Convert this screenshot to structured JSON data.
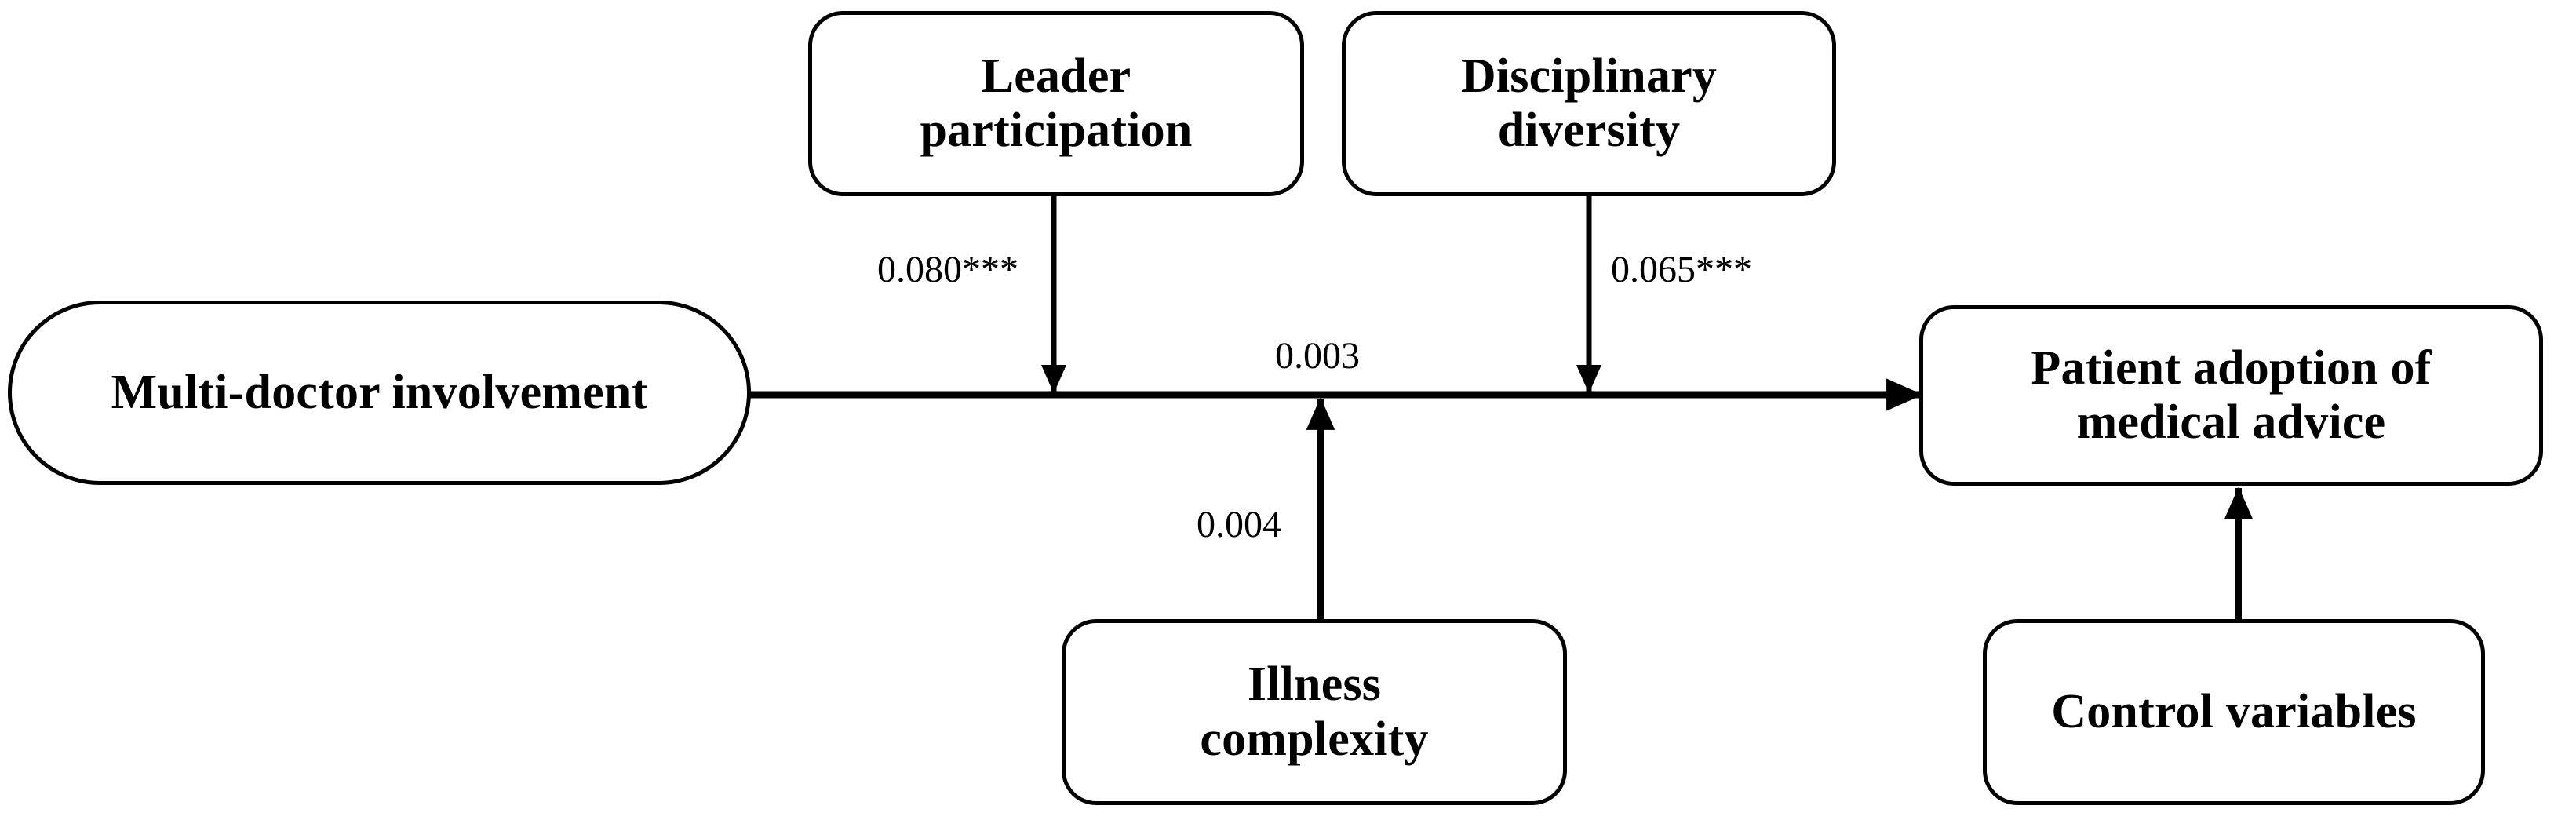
{
  "figure": {
    "type": "path-model-diagram",
    "background_color": "#ffffff",
    "stroke_color": "#000000"
  },
  "nodes": [
    {
      "id": "multi-doctor-involvement",
      "label": "Multi-doctor involvement",
      "role": "independent-variable"
    },
    {
      "id": "leader-participation",
      "label": "Leader\nparticipation",
      "role": "moderator"
    },
    {
      "id": "disciplinary-diversity",
      "label": "Disciplinary\ndiversity",
      "role": "moderator"
    },
    {
      "id": "patient-adoption-of-medical-advice",
      "label": "Patient adoption of\nmedical advice",
      "role": "dependent-variable"
    },
    {
      "id": "illness-complexity",
      "label": "Illness\ncomplexity",
      "role": "moderator"
    },
    {
      "id": "control-variables",
      "label": "Control variables",
      "role": "controls"
    }
  ],
  "edges": [
    {
      "id": "main-effect",
      "from": "multi-doctor-involvement",
      "to": "patient-adoption-of-medical-advice",
      "coefficient": "0.003",
      "significance": "",
      "direction": "right"
    },
    {
      "id": "leader-participation-moderation",
      "from": "leader-participation",
      "to": "main-effect",
      "coefficient": "0.080***",
      "significance": "***",
      "direction": "down"
    },
    {
      "id": "disciplinary-diversity-moderation",
      "from": "disciplinary-diversity",
      "to": "main-effect",
      "coefficient": "0.065***",
      "significance": "***",
      "direction": "down"
    },
    {
      "id": "illness-complexity-moderation",
      "from": "illness-complexity",
      "to": "main-effect",
      "coefficient": "0.004",
      "significance": "",
      "direction": "up"
    },
    {
      "id": "controls-effect",
      "from": "control-variables",
      "to": "patient-adoption-of-medical-advice",
      "coefficient": "",
      "significance": "",
      "direction": "up"
    }
  ],
  "labels": {
    "leader_participation_coefficient": "0.080***",
    "disciplinary_diversity_coefficient": "0.065***",
    "main_path_coefficient": "0.003",
    "illness_complexity_coefficient": "0.004"
  }
}
